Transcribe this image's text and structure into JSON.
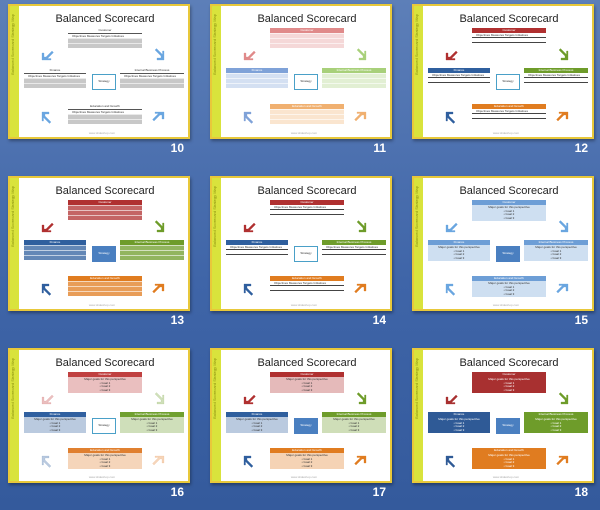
{
  "slides": [
    {
      "number": "10",
      "title": "Balanced Scorecard",
      "style": "outline",
      "colors": [
        "#666666",
        "#666666",
        "#666666",
        "#666666"
      ],
      "arrow": "#6aa6e0",
      "side": "Balanced Scorecard Strategy Map"
    },
    {
      "number": "11",
      "title": "Balanced Scorecard",
      "style": "pale",
      "colors": [
        "#e08a8a",
        "#7fa2d8",
        "#a8d07a",
        "#f0b070"
      ],
      "arrow": "mixed",
      "side": "Balanced Scorecard Strategy Map"
    },
    {
      "number": "12",
      "title": "Balanced Scorecard",
      "style": "header",
      "colors": [
        "#b03030",
        "#2f5f9e",
        "#6e9c2a",
        "#e07c20"
      ],
      "arrow": "mixed",
      "side": "Balanced Scorecard Strategy Map"
    },
    {
      "number": "13",
      "title": "Balanced Scorecard",
      "style": "solid",
      "colors": [
        "#b03030",
        "#2f5f9e",
        "#6e9c2a",
        "#e07c20"
      ],
      "arrow": "mixed",
      "side": "Balanced Scorecard Strategy Map"
    },
    {
      "number": "14",
      "title": "Balanced Scorecard",
      "style": "header",
      "colors": [
        "#b03030",
        "#2f5f9e",
        "#6e9c2a",
        "#e07c20"
      ],
      "arrow": "mixed",
      "side": "Balanced Scorecard Strategy Map"
    },
    {
      "number": "15",
      "title": "Balanced Scorecard",
      "style": "text",
      "colors": [
        "#6d9ed6",
        "#6d9ed6",
        "#6d9ed6",
        "#6d9ed6"
      ],
      "arrow": "#6aa6e0",
      "side": "Balanced Scorecard Strategy Map"
    },
    {
      "number": "16",
      "title": "Balanced Scorecard",
      "style": "text",
      "colors": [
        "#c04040",
        "#3060a0",
        "#70a030",
        "#e08030"
      ],
      "arrow": "pale",
      "side": "Balanced Scorecard Strategy Map"
    },
    {
      "number": "17",
      "title": "Balanced Scorecard",
      "style": "text",
      "colors": [
        "#b03030",
        "#2f5f9e",
        "#6e9c2a",
        "#e07c20"
      ],
      "arrow": "mixed",
      "side": "Balanced Scorecard Strategy Map"
    },
    {
      "number": "18",
      "title": "Balanced Scorecard",
      "style": "text",
      "colors": [
        "#a83030",
        "#2f5a96",
        "#6e9c2a",
        "#e07c20"
      ],
      "arrow": "mixed",
      "side": "Balanced Scorecard Strategy Map"
    }
  ],
  "labels": {
    "customer": "Customer",
    "finance": "Finance",
    "internal": "Internal Business Process",
    "education": "Education and Growth",
    "strategy": "Strategy",
    "goal_text": "Major goals for this perspective",
    "bullets": [
      "Goal 1",
      "Goal 2",
      "Goal 3"
    ],
    "cols": [
      "Objectives",
      "Measures",
      "Targets",
      "Initiatives"
    ],
    "footer": "www.slideshop.com"
  }
}
